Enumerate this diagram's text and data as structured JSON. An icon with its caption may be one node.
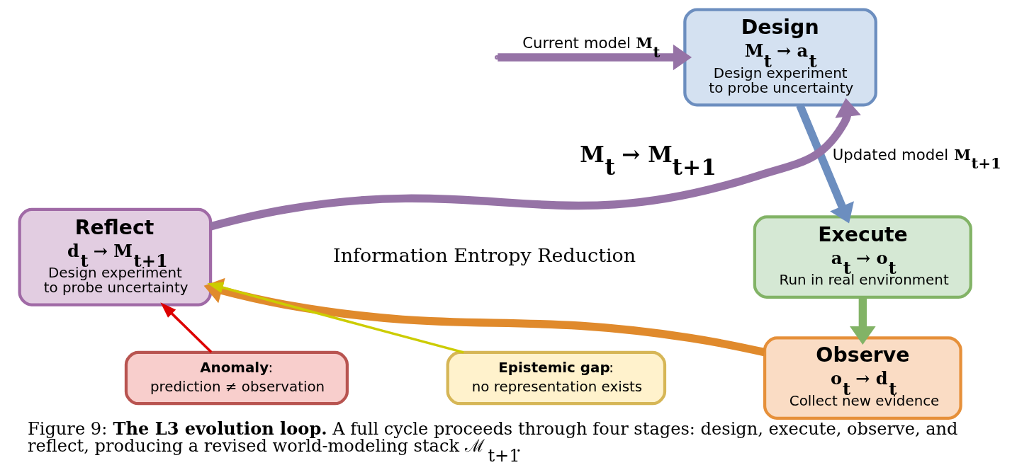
{
  "diagram": {
    "caption": "Figure 9: **The L3 evolution loop.** A full cycle proceeds through four stages: design, execute, observe, and reflect, producing a revised world-modeling stack ℳ$_{t+1}$.",
    "nodes": [
      {
        "text": [
          "Design",
          "M$_{t}$ → a$_{t}$",
          "Design experiment to probe uncertainty"
        ]
      },
      {
        "text": [
          "Execute",
          "a$_{t}$ → o$_{t}$",
          "Run in real environment"
        ]
      },
      {
        "text": [
          "Observe",
          "o$_{t}$ → d$_{t}$",
          "Collect new evidence"
        ]
      },
      {
        "text": [
          "Reflect",
          "d$_{t}$ → M$_{t+1}$",
          "Design experiment to probe uncertainty"
        ]
      },
      {
        "text": [
          "**Anomaly**:",
          "prediction ≠ observation"
        ]
      },
      {
        "text": [
          "**Epistemic gap**:",
          "no representation exists"
        ]
      }
    ],
    "edges": [
      {
        "from": null,
        "to": 0,
        "arrow": "to",
        "label": "Current model M$_{t}$",
        "color": "#9673a6"
      },
      {
        "from": 0,
        "to": 1,
        "arrow": "to",
        "color": "#6c8ebf"
      },
      {
        "from": 1,
        "to": 2,
        "arrow": "to",
        "color": "#82b366"
      },
      {
        "from": 2,
        "to": 3,
        "arrow": "to",
        "color": "#e08a2c"
      },
      {
        "from": 3,
        "to": 0,
        "arrow": "to",
        "label": "Updated model M$_{t+1}$",
        "color": "#9673a6"
      },
      {
        "from": 4,
        "to": 3,
        "arrow": "to",
        "color": "#dd0000"
      },
      {
        "from": 5,
        "to": 3,
        "arrow": "to",
        "color": "#cccc00"
      }
    ],
    "labels": [
      "M$_{t}$ → M$_{t+1}$",
      "Information Entropy Reduction"
    ]
  }
}
